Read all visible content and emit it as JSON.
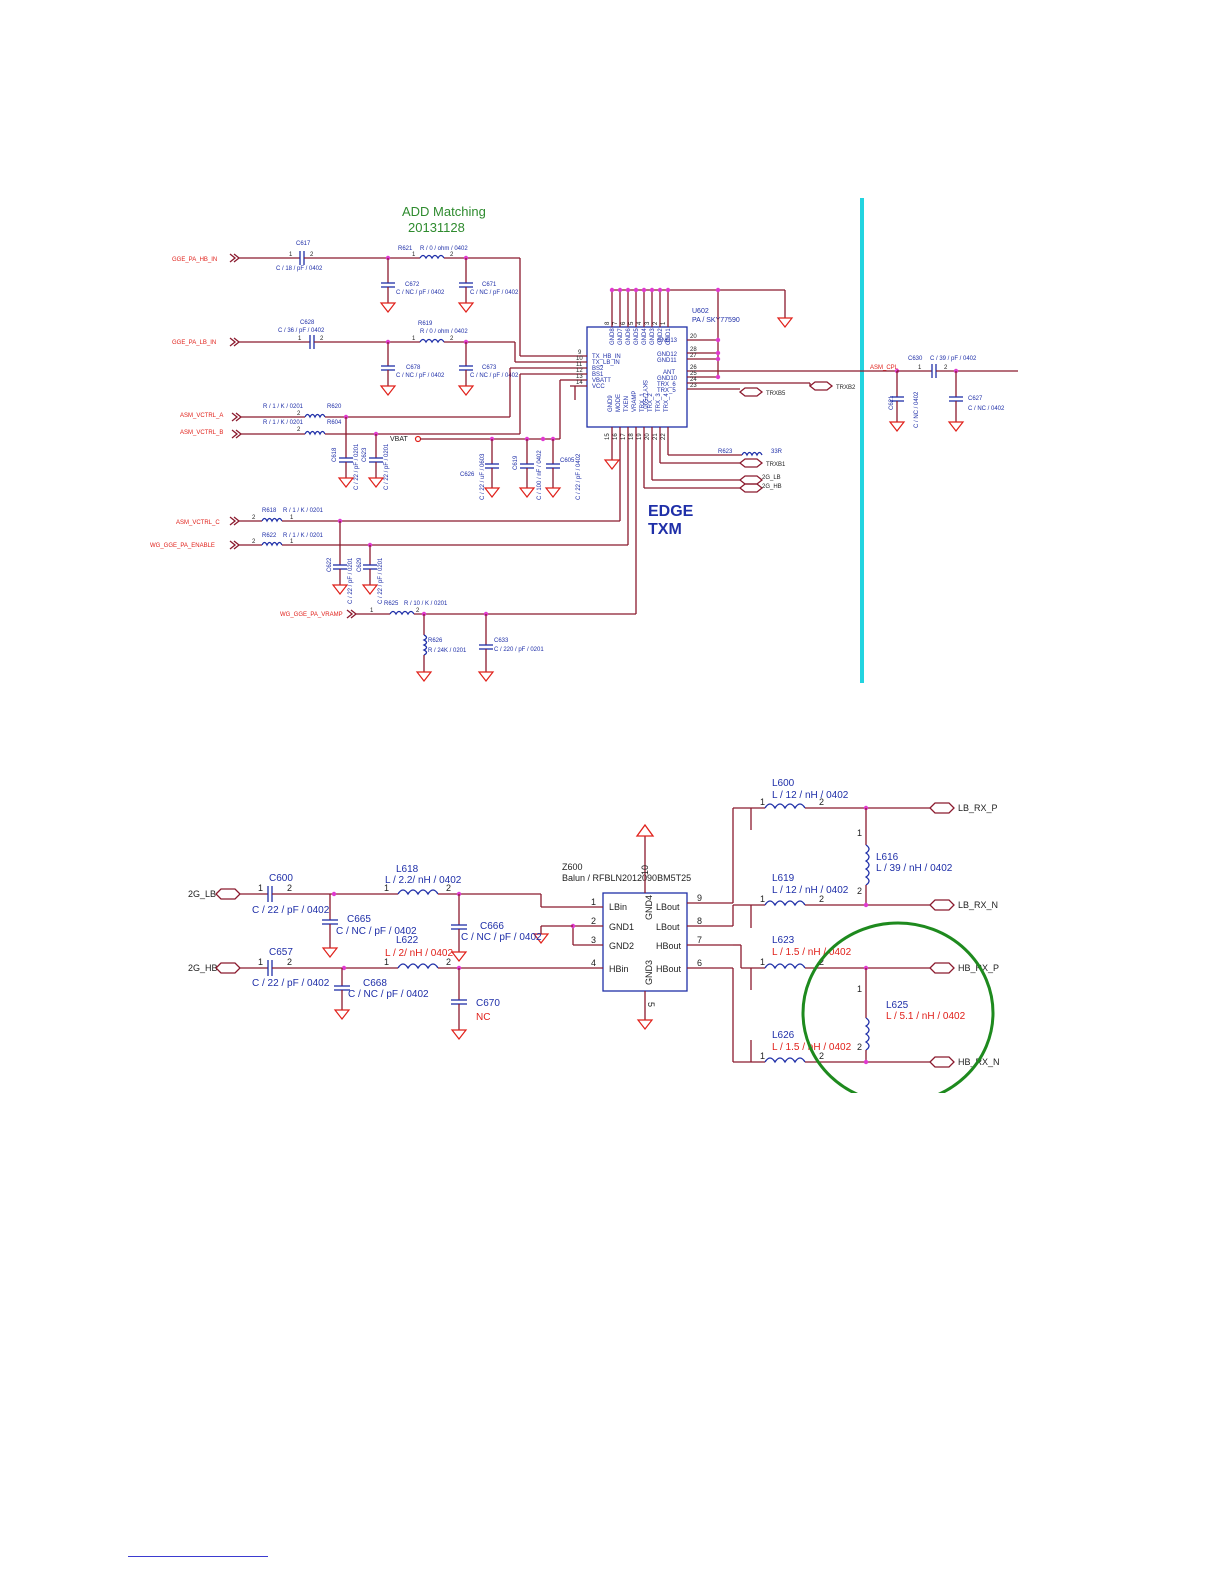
{
  "top_schematic": {
    "annotation": {
      "line1": "ADD Matching",
      "line2": "20131128",
      "color": "#2e8b2e"
    },
    "block_label": {
      "line1": "EDGE",
      "line2": "TXM"
    },
    "separator_color": "#22d4e0",
    "ic": {
      "ref": "U602",
      "part": "PA / SKY77590",
      "side_text": "SKY77590",
      "left_pins": [
        {
          "num": "9",
          "name": "TX_HB_IN"
        },
        {
          "num": "10",
          "name": "TX_LB_IN"
        },
        {
          "num": "11",
          "name": "BS2"
        },
        {
          "num": "12",
          "name": "BS1"
        },
        {
          "num": "13",
          "name": "VBATT"
        },
        {
          "num": "14",
          "name": "VCC"
        }
      ],
      "right_pins": [
        {
          "num": "20",
          "name": "GND13"
        },
        {
          "num": "28",
          "name": "GND12"
        },
        {
          "num": "27",
          "name": "GND11"
        },
        {
          "num": "26",
          "name": "ANT"
        },
        {
          "num": "25",
          "name": "GND10"
        },
        {
          "num": "24",
          "name": "TRX_6"
        },
        {
          "num": "23",
          "name": "TRX_5"
        }
      ],
      "top_pins": [
        "GND8",
        "GND7",
        "GND6",
        "GND5",
        "GND4",
        "GND3",
        "GND2",
        "GND1"
      ],
      "top_pin_nums": [
        "8",
        "7",
        "6",
        "5",
        "4",
        "3",
        "2",
        "1"
      ],
      "bottom_pins": [
        "GND9",
        "MODE",
        "TXEN",
        "VRAMP",
        "TRX_1",
        "TRX_2",
        "TRX_3",
        "TRX_4"
      ],
      "bottom_pin_nums": [
        "15",
        "16",
        "17",
        "18",
        "19",
        "20",
        "21",
        "22"
      ]
    },
    "nets": {
      "hb_in": "GGE_PA_HB_IN",
      "lb_in": "GGE_PA_LB_IN",
      "vctrl_a": "ASM_VCTRL_A",
      "vctrl_b": "ASM_VCTRL_B",
      "vctrl_c": "ASM_VCTRL_C",
      "enable": "WG_GGE_PA_ENABLE",
      "vramp": "WG_GGE_PA_VRAMP",
      "vbat": "VBAT",
      "asm_cpl": "ASM_CPL",
      "trxb2": "TRXB2",
      "trxb5": "TRXB5",
      "trxb1": "TRXB1",
      "out_lb": "2G_LB",
      "out_hb": "2G_HB"
    },
    "parts": {
      "c617": {
        "ref": "C617",
        "val": "C / 18 / pF / 0402"
      },
      "r621": {
        "ref": "R621",
        "val": "R / 0 / ohm / 0402"
      },
      "c672": {
        "ref": "C672",
        "val": "C / NC / pF / 0402"
      },
      "c671": {
        "ref": "C671",
        "val": "C / NC / pF / 0402"
      },
      "c628": {
        "ref": "C628",
        "val": "C / 36 / pF / 0402"
      },
      "r619": {
        "ref": "R619",
        "val": "R / 0 / ohm / 0402"
      },
      "c678": {
        "ref": "C678",
        "val": "C / NC / pF / 0402"
      },
      "c673": {
        "ref": "C673",
        "val": "C / NC / pF / 0402"
      },
      "r620": {
        "ref": "R620",
        "val": "R / 1 / K / 0201"
      },
      "r604": {
        "ref": "R604",
        "val": "R / 1 / K / 0201"
      },
      "c618": {
        "ref": "C618",
        "val": "C / 22 / pF / 0201"
      },
      "c623": {
        "ref": "C623",
        "val": "C / 22 / pF / 0201"
      },
      "c626": {
        "ref": "C626",
        "val": "C / 22 / uF / 0603"
      },
      "c619": {
        "ref": "C619",
        "val": "C / 100 / nF / 0402"
      },
      "c605": {
        "ref": "C605",
        "val": "C / 22 / pF / 0402"
      },
      "r623": {
        "ref": "R623",
        "val": "33R"
      },
      "r618": {
        "ref": "R618",
        "val": "R / 1 / K / 0201"
      },
      "r622": {
        "ref": "R622",
        "val": "R / 1 / K / 0201"
      },
      "c622": {
        "ref": "C622",
        "val": "C / 22 / pF / 0201"
      },
      "c629": {
        "ref": "C629",
        "val": "C / 22 / pF / 0201"
      },
      "r625": {
        "ref": "R625",
        "val": "R / 10 / K / 0201"
      },
      "r626": {
        "ref": "R626",
        "val": "R / 24K / 0201"
      },
      "c633": {
        "ref": "C633",
        "val": "C / 220 / pF / 0201"
      },
      "c630": {
        "ref": "C630",
        "val": "C / 39 / pF / 0402"
      },
      "c621": {
        "ref": "C621",
        "val": "C / NC / 0402"
      },
      "c627": {
        "ref": "C627",
        "val": "C / NC / 0402"
      }
    }
  },
  "bottom_schematic": {
    "balun": {
      "ref": "Z600",
      "part": "Balun / RFBLN2012090BM5T25",
      "pins_left": [
        {
          "num": "1",
          "name": "LBin"
        },
        {
          "num": "2",
          "name": "GND1"
        },
        {
          "num": "3",
          "name": "GND2"
        },
        {
          "num": "4",
          "name": "HBin"
        }
      ],
      "pins_right": [
        {
          "num": "9",
          "name": "LBout"
        },
        {
          "num": "8",
          "name": "LBout"
        },
        {
          "num": "7",
          "name": "HBout"
        },
        {
          "num": "6",
          "name": "HBout"
        }
      ],
      "top_pin": {
        "num": "10",
        "name": "GND4"
      },
      "bottom_pin": {
        "num": "5",
        "name": "GND3"
      }
    },
    "ports": {
      "in_lb": "2G_LB",
      "in_hb": "2G_HB",
      "lb_rx_p": "LB_RX_P",
      "lb_rx_n": "LB_RX_N",
      "hb_rx_p": "HB_RX_P",
      "hb_rx_n": "HB_RX_N"
    },
    "parts": {
      "c600": {
        "ref": "C600",
        "val": "C / 22 / pF / 0402"
      },
      "c657": {
        "ref": "C657",
        "val": "C / 22 / pF / 0402"
      },
      "l618": {
        "ref": "L618",
        "val": "L / 2.2/ nH / 0402"
      },
      "l622": {
        "ref": "L622",
        "val": "L / 2/ nH / 0402"
      },
      "c665": {
        "ref": "C665",
        "val": "C / NC / pF / 0402"
      },
      "c666": {
        "ref": "C666",
        "val": "C / NC / pF / 0402"
      },
      "c668": {
        "ref": "C668",
        "val": "C / NC / pF / 0402"
      },
      "c670": {
        "ref": "C670",
        "val": "NC"
      },
      "l600": {
        "ref": "L600",
        "val": "L / 12 / nH / 0402"
      },
      "l619": {
        "ref": "L619",
        "val": "L / 12 / nH / 0402"
      },
      "l616": {
        "ref": "L616",
        "val": "L / 39 / nH / 0402"
      },
      "l623": {
        "ref": "L623",
        "val": "L / 1.5 / nH / 0402"
      },
      "l626": {
        "ref": "L626",
        "val": "L / 1.5 / nH / 0402"
      },
      "l625": {
        "ref": "L625",
        "val": "L / 5.1 / nH / 0402"
      }
    },
    "highlight_color": "#1e8a1e"
  }
}
